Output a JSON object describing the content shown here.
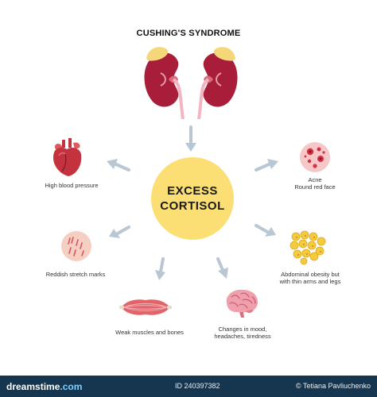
{
  "title": "CUSHING'S SYNDROME",
  "center": {
    "line1": "EXCESS",
    "line2": "CORTISOL"
  },
  "symptoms": {
    "high_blood_pressure": "High blood pressure",
    "acne_line1": "Acne",
    "acne_line2": "Round red face",
    "stretch_marks": "Reddish stretch marks",
    "obesity_line1": "Abdominal obesity but",
    "obesity_line2": "with thin arms and legs",
    "weak_muscles": "Weak muscles and bones",
    "mood_line1": "Changes in mood,",
    "mood_line2": "headaches, tiredness"
  },
  "footer": {
    "brand_part1": "dreamstime",
    "brand_part2": ".com",
    "image_id": "ID 240397382",
    "author": "© Tetiana Pavliuchenko"
  },
  "colors": {
    "cortisol_circle": "#fcdf74",
    "arrow": "#b9c6d3",
    "kidney": "#a71d3a",
    "adrenal": "#f5d77a",
    "footer_bg": "#16364f"
  }
}
